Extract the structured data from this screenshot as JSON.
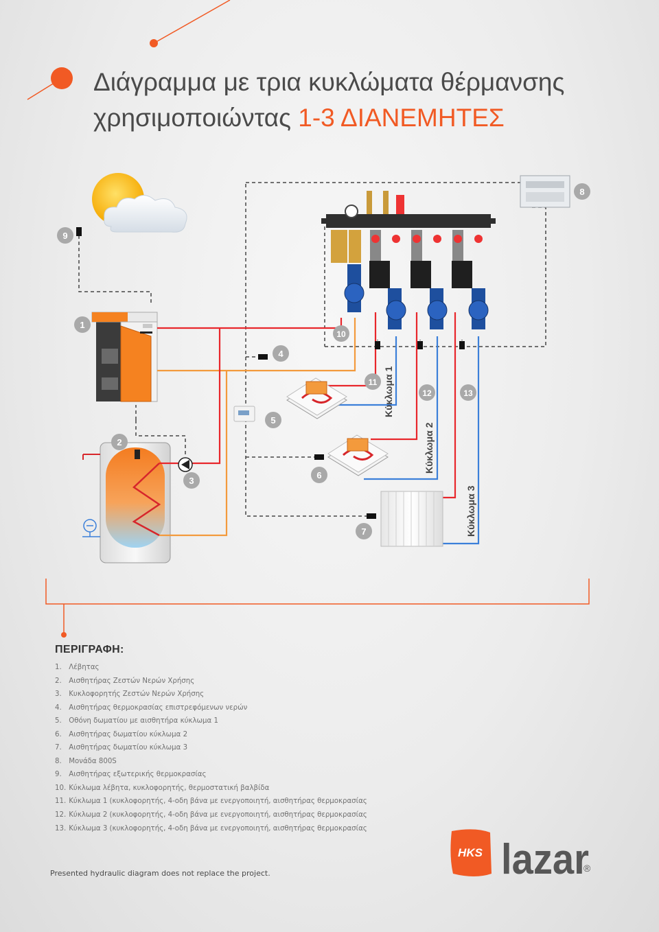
{
  "title": {
    "line1": "Διάγραμμα με τρια κυκλώματα θέρμανσης",
    "line2_prefix": "χρησιμοποιώντας ",
    "line2_accent": "1-3 ΔΙΑΝΕΜΗΤΕΣ"
  },
  "diagram": {
    "numbers": [
      "1",
      "2",
      "3",
      "4",
      "5",
      "6",
      "7",
      "8",
      "9",
      "10",
      "11",
      "12",
      "13"
    ],
    "circuit_labels": [
      "Κύκλωμα 1",
      "Κύκλωμα 2",
      "Κύκλωμα 3"
    ]
  },
  "description": {
    "heading": "ΠΕΡΙΓΡΑΦΗ:",
    "items": [
      {
        "num": "1.",
        "text": "Λέβητας"
      },
      {
        "num": "2.",
        "text": "Αισθητήρας Ζεστών Νερών Χρήσης"
      },
      {
        "num": "3.",
        "text": "Κυκλοφορητής Ζεστών Νερών Χρήσης"
      },
      {
        "num": "4.",
        "text": "Αισθητήρας θερμοκρασίας επιστρεφόμενων νερών"
      },
      {
        "num": "5.",
        "text": "Οθόνη δωματίου με αισθητήρα κύκλωμα 1"
      },
      {
        "num": "6.",
        "text": "Αισθητήρας δωματίου κύκλωμα 2"
      },
      {
        "num": "7.",
        "text": "Αισθητήρας δωματίου κύκλωμα 3"
      },
      {
        "num": "8.",
        "text": "Μονάδα 800S"
      },
      {
        "num": "9.",
        "text": "Αισθητήρας εξωτερικής θερμοκρασίας"
      },
      {
        "num": "10.",
        "text": "Κύκλωμα λέβητα, κυκλοφορητής, θερμοστατική βαλβίδα"
      },
      {
        "num": "11.",
        "text": "Κύκλωμα 1 (κυκλοφορητής, 4-οδη βάνα με ενεργοποιητή, αισθητήρας θερμοκρασίας"
      },
      {
        "num": "12.",
        "text": "Κύκλωμα 2 (κυκλοφορητής, 4-οδη βάνα με ενεργοποιητή, αισθητήρας θερμοκρασίας"
      },
      {
        "num": "13.",
        "text": "Κύκλωμα 3 (κυκλοφορητής, 4-οδη βάνα με ενεργοποιητή, αισθητήρας θερμοκρασίας"
      }
    ]
  },
  "footnote": "Presented hydraulic diagram does not replace the project.",
  "logo": {
    "badge": "HKS",
    "wordmark": "lazar",
    "registered": "®"
  },
  "colors": {
    "accent": "#f15a24",
    "hot": "#e8262b",
    "cold": "#3b7fd9",
    "orange_pipe": "#f39a3c",
    "ink": "#4a4a4a"
  }
}
